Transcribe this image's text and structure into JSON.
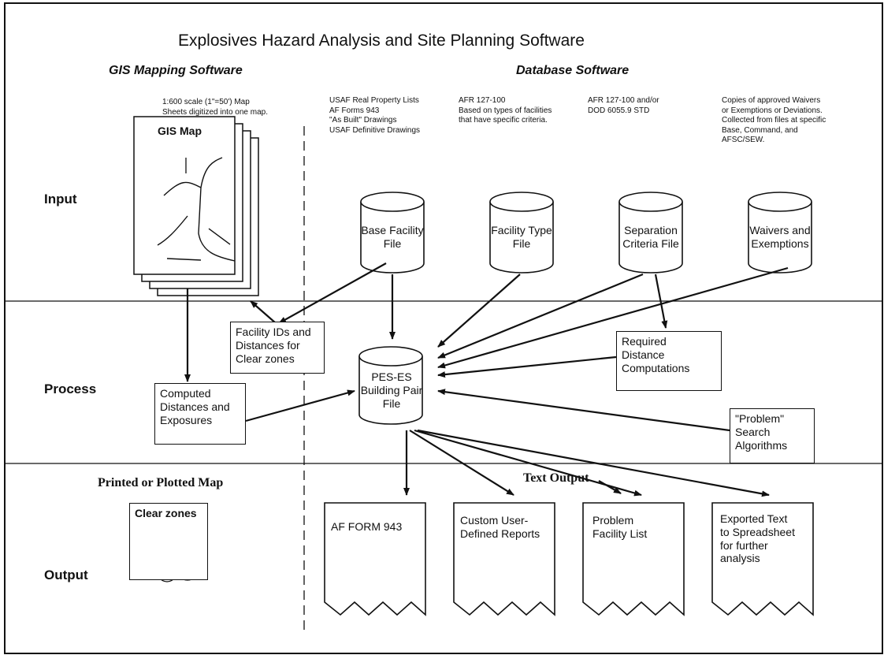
{
  "title": "Explosives Hazard Analysis and Site Planning Software",
  "sections": {
    "gis": "GIS Mapping Software",
    "database": "Database Software"
  },
  "rows": {
    "input": "Input",
    "process": "Process",
    "output": "Output"
  },
  "notes": {
    "gis_scale": [
      "1:600 scale (1\"=50') Map",
      "Sheets digitized into one map."
    ],
    "usaf": [
      "USAF Real Property Lists",
      "AF Forms 943",
      "\"As Built\" Drawings",
      "USAF Definitive Drawings"
    ],
    "afr": [
      "AFR 127-100",
      "Based on types of facilities",
      "that have specific criteria."
    ],
    "afr_dod": [
      "AFR 127-100 and/or",
      "DOD 6055.9 STD"
    ],
    "waivers": [
      "Copies of approved Waivers",
      "or Exemptions or Deviations.",
      "Collected from files at specific",
      "Base, Command, and",
      "AFSC/SEW."
    ]
  },
  "gis_map": {
    "label": "GIS Map"
  },
  "cylinders": {
    "base_facility": [
      "Base Facility",
      "File"
    ],
    "facility_type": [
      "Facility Type",
      "File"
    ],
    "separation": [
      "Separation",
      "Criteria File"
    ],
    "waivers": [
      "Waivers and",
      "Exemptions"
    ],
    "pes_es": [
      "PES-ES",
      "Building Pair",
      "File"
    ]
  },
  "process_boxes": {
    "facility_ids": [
      "Facility IDs and",
      "Distances for",
      "Clear zones"
    ],
    "computed": [
      "Computed",
      "Distances and",
      "Exposures"
    ],
    "required": [
      "Required",
      "Distance",
      "Computations"
    ],
    "problem": [
      "\"Problem\"",
      "Search",
      "Algorithms"
    ]
  },
  "output_headers": {
    "printed": "Printed or Plotted Map",
    "text_output": "Text Output"
  },
  "clear_zones": {
    "label": "Clear zones"
  },
  "documents": {
    "af_form": [
      "AF FORM 943"
    ],
    "custom": [
      "Custom User-",
      "Defined Reports"
    ],
    "problem_list": [
      "Problem",
      "Facility List"
    ],
    "exported": [
      "Exported Text",
      "to Spreadsheet",
      "for further",
      "analysis"
    ]
  }
}
